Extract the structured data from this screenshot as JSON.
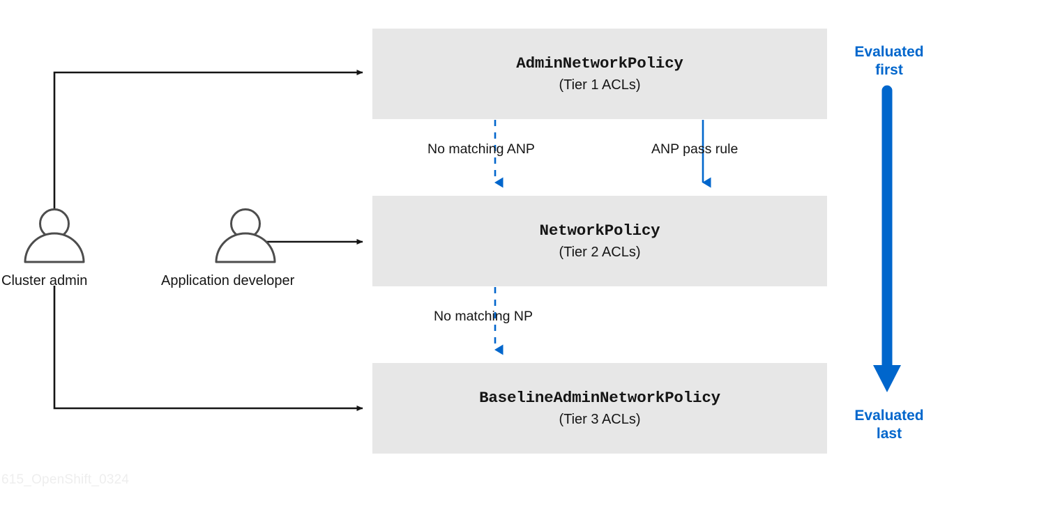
{
  "diagram": {
    "title": "Network policy tier evaluation order",
    "watermark": "615_OpenShift_0324",
    "colors": {
      "box_fill": "#e7e7e7",
      "accent_blue": "#0066cc",
      "line_black": "#151515",
      "actor_stroke": "#4d4d4d",
      "text": "#151515",
      "watermark": "#eeeeee"
    },
    "tiers": [
      {
        "id": "admin-network-policy",
        "title": "AdminNetworkPolicy",
        "subtitle": "(Tier 1 ACLs)"
      },
      {
        "id": "network-policy",
        "title": "NetworkPolicy",
        "subtitle": "(Tier 2 ACLs)"
      },
      {
        "id": "baseline-admin-network-policy",
        "title": "BaselineAdminNetworkPolicy",
        "subtitle": "(Tier 3 ACLs)"
      }
    ],
    "flows": [
      {
        "id": "no-matching-anp",
        "label": "No matching ANP",
        "style": "dashed",
        "from": "admin-network-policy",
        "to": "network-policy"
      },
      {
        "id": "anp-pass-rule",
        "label": "ANP pass rule",
        "style": "solid",
        "from": "admin-network-policy",
        "to": "network-policy"
      },
      {
        "id": "no-matching-np",
        "label": "No matching NP",
        "style": "dashed",
        "from": "network-policy",
        "to": "baseline-admin-network-policy"
      }
    ],
    "actors": [
      {
        "id": "cluster-admin",
        "label": "Cluster admin",
        "icon": "user-icon",
        "connects_to": [
          "admin-network-policy",
          "baseline-admin-network-policy"
        ]
      },
      {
        "id": "application-developer",
        "label": "Application developer",
        "icon": "user-icon",
        "connects_to": [
          "network-policy"
        ]
      }
    ],
    "evaluation_order": {
      "first_label": "Evaluated\nfirst",
      "first_line_1": "Evaluated",
      "first_line_2": "first",
      "last_label": "Evaluated\nlast",
      "last_line_1": "Evaluated",
      "last_line_2": "last",
      "direction": "top-to-bottom"
    }
  }
}
